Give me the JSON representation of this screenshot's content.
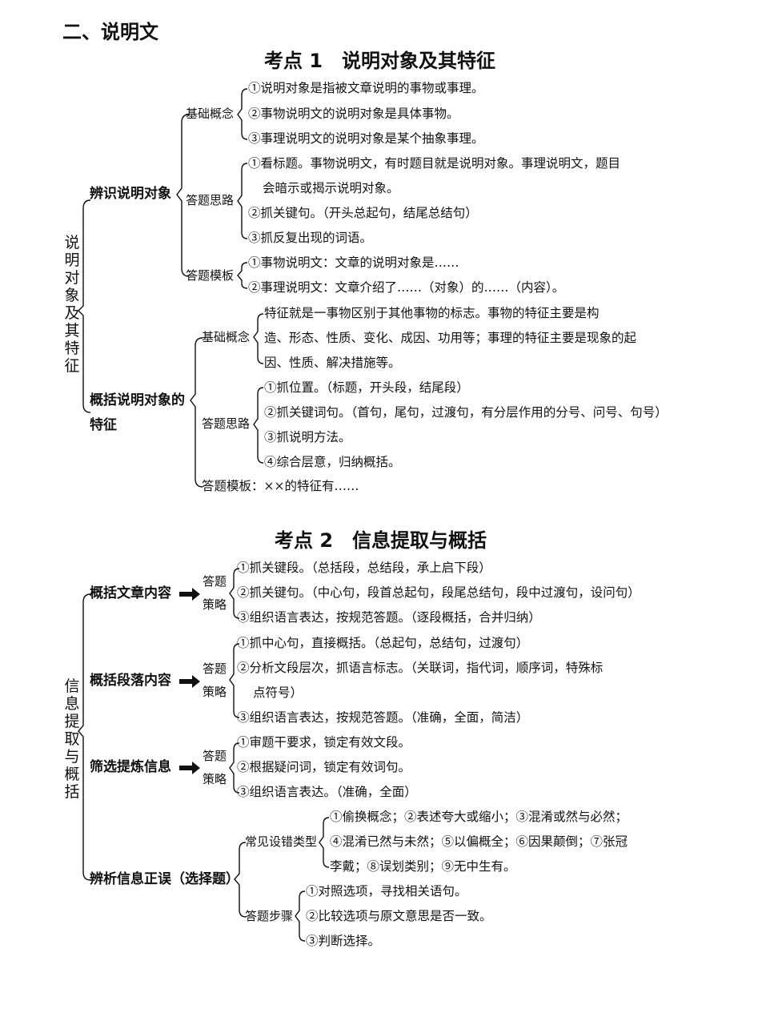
{
  "section_title": "二、说明文",
  "kaodian1": {
    "title": "考点 1　说明对象及其特征",
    "root": "说明对象及其特征",
    "identify": {
      "label": "辨识说明对象",
      "basic": {
        "label": "基础概念",
        "items": [
          "①说明对象是指被文章说明的事物或事理。",
          "②事物说明文的说明对象是具体事物。",
          "③事理说明文的说明对象是某个抽象事理。"
        ]
      },
      "approach": {
        "label": "答题思路",
        "items": [
          "①看标题。事物说明文，有时题目就是说明对象。事理说明文，题目",
          "会暗示或揭示说明对象。",
          "②抓关键句。（开头总起句，结尾总结句）",
          "③抓反复出现的词语。"
        ]
      },
      "template": {
        "label": "答题模板",
        "items": [
          "①事物说明文：文章的说明对象是……",
          "②事理说明文：文章介绍了……（对象）的……（内容）。"
        ]
      }
    },
    "features": {
      "label_line1": "概括说明对象的",
      "label_line2": "特征",
      "basic": {
        "label": "基础概念",
        "lines": [
          "特征就是一事物区别于其他事物的标志。事物的特征主要是构",
          "造、形态、性质、变化、成因、功用等；事理的特征主要是现象的起",
          "因、性质、解决措施等。"
        ]
      },
      "approach": {
        "label": "答题思路",
        "items": [
          "①抓位置。（标题，开头段，结尾段）",
          "②抓关键词句。（首句，尾句，过渡句，有分层作用的分号、问号、句号）",
          "③抓说明方法。",
          "④综合层意，归纳概括。"
        ]
      },
      "template": "答题模板：××的特征有……"
    }
  },
  "kaodian2": {
    "title": "考点 2　信息提取与概括",
    "root": "信息提取与概括",
    "strategy_label": "答题策略",
    "article": {
      "label": "概括文章内容",
      "items": [
        "①抓关键段。（总括段，总结段，承上启下段）",
        "②抓关键句。（中心句，段首总起句，段尾总结句，段中过渡句，设问句）",
        "③组织语言表达，按规范答题。（逐段概括，合并归纳）"
      ]
    },
    "paragraph": {
      "label": "概括段落内容",
      "items": [
        "①抓中心句，直接概括。（总起句，总结句，过渡句）",
        "②分析文段层次，抓语言标志。（关联词，指代词，顺序词，特殊标",
        "点符号）",
        "③组织语言表达，按规范答题。（准确，全面，简洁）"
      ]
    },
    "filter": {
      "label": "筛选提炼信息",
      "items": [
        "①审题干要求，锁定有效文段。",
        "②根据疑问词，锁定有效词句。",
        "③组织语言表达。（准确，全面）"
      ]
    },
    "judge": {
      "label": "辨析信息正误（选择题）",
      "errors": {
        "label": "常见设错类型",
        "lines": [
          "①偷换概念；②表述夸大或缩小；③混淆或然与必然；",
          "④混淆已然与未然；⑤以偏概全；⑥因果颠倒；⑦张冠",
          "李戴；⑧误划类别；⑨无中生有。"
        ]
      },
      "steps": {
        "label": "答题步骤",
        "items": [
          "①对照选项，寻找相关语句。",
          "②比较选项与原文意思是否一致。",
          "③判断选择。"
        ]
      }
    }
  }
}
